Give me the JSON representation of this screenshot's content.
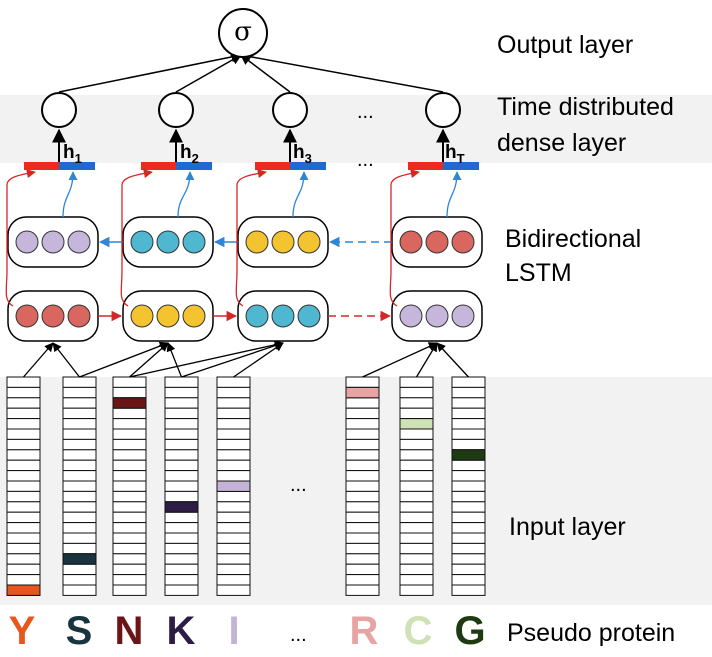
{
  "layers": {
    "output": "Output layer",
    "dense_line1": "Time distributed",
    "dense_line2": "dense layer",
    "lstm_line1": "Bidirectional",
    "lstm_line2": "LSTM",
    "input": "Input layer",
    "protein": "Pseudo protein"
  },
  "output_node": {
    "symbol": "σ"
  },
  "hidden_labels": [
    {
      "base": "h",
      "sub": "1"
    },
    {
      "base": "h",
      "sub": "2"
    },
    {
      "base": "h",
      "sub": "3"
    },
    {
      "base": "h",
      "sub": "T"
    }
  ],
  "ellipsis": "...",
  "sequence": [
    {
      "letter": "Y",
      "color": "#e8561f",
      "active_row": 20
    },
    {
      "letter": "S",
      "color": "#17343f",
      "active_row": 17
    },
    {
      "letter": "N",
      "color": "#6b1616",
      "active_row": 2
    },
    {
      "letter": "K",
      "color": "#2d1c45",
      "active_row": 12
    },
    {
      "letter": "I",
      "color": "#c3b3d6",
      "active_row": 10
    },
    {
      "letter": "R",
      "color": "#e8a3a3",
      "active_row": 1
    },
    {
      "letter": "C",
      "color": "#cfe2b5",
      "active_row": 4
    },
    {
      "letter": "G",
      "color": "#1d3a13",
      "active_row": 7
    }
  ],
  "colors": {
    "forward_arrow": "#d22828",
    "backward_arrow": "#2e86d6",
    "forward_half": "#ee2a1c",
    "backward_half": "#1f6ad1",
    "band": "#f2f2f2"
  },
  "backward_cells": [
    [
      "#c7b6dc",
      "#c7b6dc",
      "#c7b6dc"
    ],
    [
      "#4fb8d0",
      "#4fb8d0",
      "#4fb8d0"
    ],
    [
      "#f4c430",
      "#f4c430",
      "#f4c430"
    ],
    [
      "#d9675f",
      "#d9675f",
      "#d9675f"
    ]
  ],
  "forward_cells": [
    [
      "#d9675f",
      "#d9675f",
      "#d9675f"
    ],
    [
      "#f4c430",
      "#f4c430",
      "#f4c430"
    ],
    [
      "#4fb8d0",
      "#4fb8d0",
      "#4fb8d0"
    ],
    [
      "#c7b6dc",
      "#c7b6dc",
      "#c7b6dc"
    ]
  ]
}
